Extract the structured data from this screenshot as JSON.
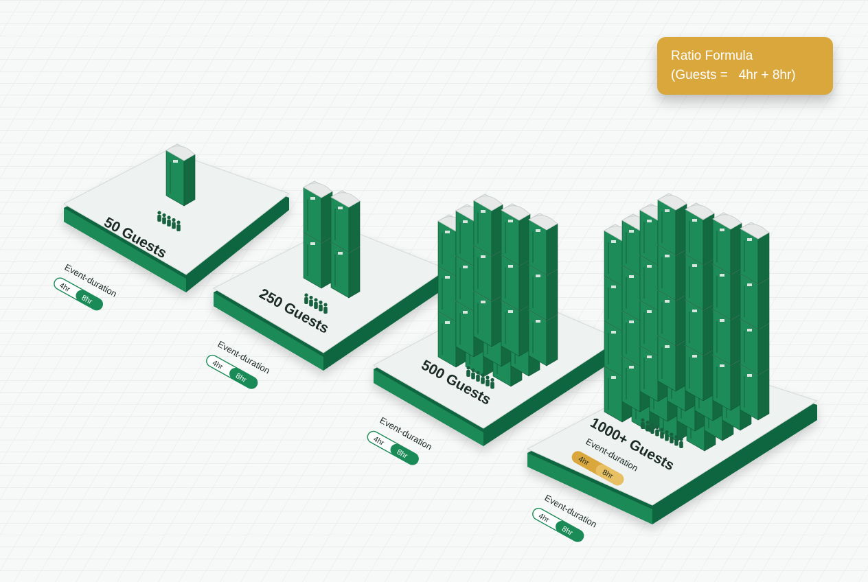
{
  "colors": {
    "background": "#f7f8f8",
    "grid": "#dde1e1",
    "platform_top": "#eef2f1",
    "platform_side": "#1a8a57",
    "platform_side_dark": "#11663f",
    "unit_front": "#1e8c58",
    "unit_side": "#136a41",
    "unit_roof": "#e6e9e8",
    "text_dark": "#1c2a24",
    "accent_gold": "#d9a73c",
    "pill_green": "#1a8a57"
  },
  "formula": {
    "title": "Ratio Formula",
    "expression": "(Guests =   4hr + 8hr)"
  },
  "tiers": [
    {
      "guests_label": "50 Guests",
      "duration_label": "Event-duration",
      "option_short": "4hr",
      "option_long": "8hr",
      "unit_icon": "portable-toilet-icon",
      "crowd_icon": "people-group-icon"
    },
    {
      "guests_label": "250 Guests",
      "duration_label": "Event-duration",
      "option_short": "4hr",
      "option_long": "8hr",
      "unit_icon": "portable-toilet-icon",
      "crowd_icon": "people-group-icon"
    },
    {
      "guests_label": "500 Guests",
      "duration_label": "Event-duration",
      "option_short": "4hr",
      "option_long": "8hr",
      "unit_icon": "portable-toilet-icon",
      "crowd_icon": "people-group-icon"
    },
    {
      "guests_label": "1000+ Guests",
      "duration_label": "Event-duration",
      "option_short": "4hr",
      "option_long": "8hr",
      "inner_duration_label": "Event-duration",
      "inner_option_short": "4hr",
      "inner_option_long": "8hr",
      "unit_icon": "portable-toilet-icon",
      "crowd_icon": "people-group-icon"
    }
  ]
}
